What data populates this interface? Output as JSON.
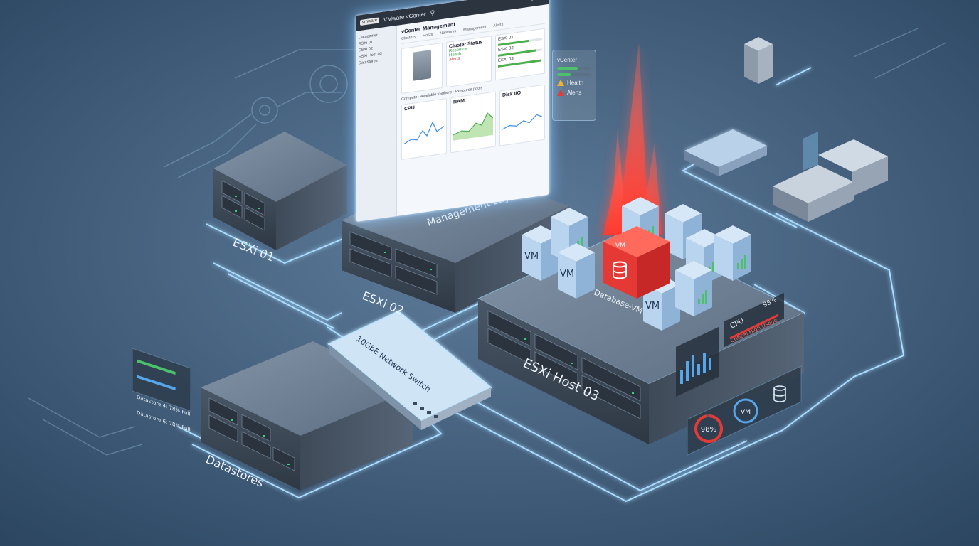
{
  "labels": {
    "esxi01": "ESXi 01",
    "esxi02": "ESXi 02",
    "esxi03": "ESXi Host 03",
    "switch": "10GbE Network Switch",
    "datastores": "Datastores",
    "management": "Management Layer",
    "database_vm": "Database-VM",
    "vm": "VM"
  },
  "datastore_panel": [
    {
      "label": "Datastore 4: 78% Full",
      "percent": 78,
      "color": "#4cc06a"
    },
    {
      "label": "Datastore 6: 78% Full",
      "percent": 78,
      "color": "#57a6ea"
    }
  ],
  "cpu_panel": {
    "label": "CPU",
    "value": "98%",
    "status": "Critical High Usage",
    "percent": 98
  },
  "gauge": {
    "value": "98%",
    "vm_label": "VM",
    "percent": 98
  },
  "vcenter": {
    "app_title": "VMware vCenter",
    "logo": "vmware",
    "heading": "vCenter Management",
    "tabs": [
      "Clusters",
      "Hosts",
      "Networks",
      "Management",
      "Alerts"
    ],
    "sidebar": [
      "Datacenter",
      "ESXi 01",
      "ESXi 02",
      "ESXi Host 03",
      "Datastores"
    ],
    "cluster_status_title": "Cluster Status",
    "cluster_status_items": [
      "Resource",
      "Health",
      "Alerts"
    ],
    "cluster_info": [
      "Compute",
      "Available vSphere",
      "Resource pools"
    ],
    "bars": [
      {
        "label": "ESXi 01",
        "percent": 70
      },
      {
        "label": "ESXi 02",
        "percent": 85
      },
      {
        "label": "ESXi 03",
        "percent": 98
      }
    ],
    "charts": [
      "CPU",
      "RAM",
      "Disk I/O"
    ]
  },
  "right_legend": [
    {
      "label": "vCenter",
      "type": "bar",
      "percent": 60
    },
    {
      "label": "",
      "type": "bar",
      "percent": 40
    },
    {
      "label": "Health",
      "type": "warn"
    },
    {
      "label": "Alerts",
      "type": "alert"
    }
  ],
  "colors": {
    "background": "#3a5674",
    "glow": "#8fd0ff",
    "alert": "#e53935",
    "ok": "#4cc06a",
    "vm_face": "#b8d4ee"
  }
}
